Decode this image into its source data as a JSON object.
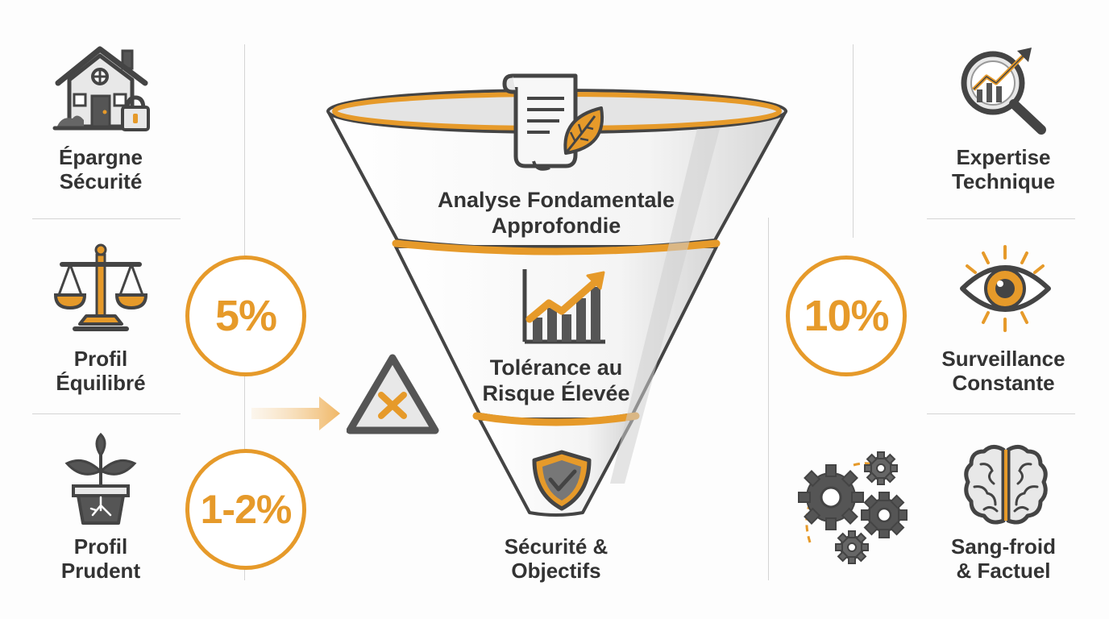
{
  "colors": {
    "accent": "#e69a2a",
    "ink": "#444444",
    "text": "#333333",
    "line": "#d4d4d4"
  },
  "left": {
    "items": [
      {
        "line1": "Épargne",
        "line2": "Sécurité",
        "icon": "house-lock-icon"
      },
      {
        "line1": "Profil",
        "line2": "Équilibré",
        "icon": "balance-scale-icon"
      },
      {
        "line1": "Profil",
        "line2": "Prudent",
        "icon": "potted-plant-icon"
      }
    ],
    "badges": [
      "5%",
      "1-2%"
    ]
  },
  "funnel": {
    "stages": [
      {
        "line1": "Analyse Fondamentale",
        "line2": "Approfondie",
        "icon": "document-leaf-icon"
      },
      {
        "line1": "Tolérance au",
        "line2": "Risque Élevée",
        "icon": "rising-bar-chart-icon"
      },
      {
        "line1": "Sécurité &",
        "line2": "Objectifs",
        "icon": "shield-icon"
      }
    ],
    "warning_icon": "warning-triangle-x-icon"
  },
  "right": {
    "items": [
      {
        "line1": "Expertise",
        "line2": "Technique",
        "icon": "magnifier-trend-icon"
      },
      {
        "line1": "Surveillance",
        "line2": "Constante",
        "icon": "eye-icon"
      },
      {
        "line1": "Sang-froid",
        "line2": "& Factuel",
        "icon": "brain-icon"
      }
    ],
    "badges": [
      "10%"
    ],
    "gears_icon": "gears-icon"
  }
}
